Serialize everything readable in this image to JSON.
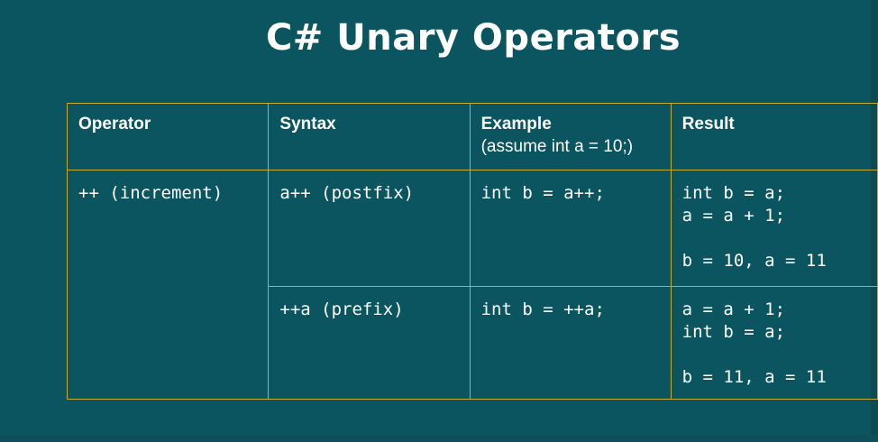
{
  "title": "C# Unary Operators",
  "table": {
    "headers": [
      {
        "label": "Operator",
        "sub": ""
      },
      {
        "label": "Syntax",
        "sub": ""
      },
      {
        "label": "Example",
        "sub": "(assume int a = 10;)"
      },
      {
        "label": "Result",
        "sub": ""
      }
    ],
    "operator": "++ (increment)",
    "rows": [
      {
        "syntax": "a++ (postfix)",
        "example": "int b = a++;",
        "result_lines": [
          "int b = a;",
          "a = a + 1;"
        ],
        "result_value": "b = 10, a = 11"
      },
      {
        "syntax": "++a (prefix)",
        "example": "int b = ++a;",
        "result_lines": [
          "a = a + 1;",
          "int b = a;"
        ],
        "result_value": "b = 11, a = 11"
      }
    ]
  }
}
